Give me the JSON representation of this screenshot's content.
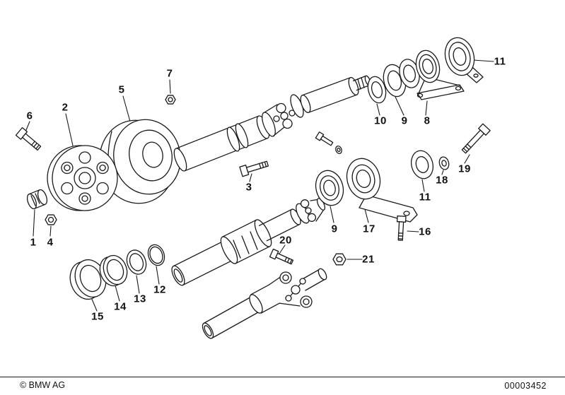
{
  "colors": {
    "background": "#ffffff",
    "line": "#1a1a1a",
    "text": "#111111"
  },
  "footer": {
    "copyright": "© BMW AG",
    "document_number": "00003452"
  },
  "callouts": [
    {
      "label": "6"
    },
    {
      "label": "2"
    },
    {
      "label": "5"
    },
    {
      "label": "7"
    },
    {
      "label": "1"
    },
    {
      "label": "4"
    },
    {
      "label": "3"
    },
    {
      "label": "10"
    },
    {
      "label": "9"
    },
    {
      "label": "8"
    },
    {
      "label": "11"
    },
    {
      "label": "9"
    },
    {
      "label": "17"
    },
    {
      "label": "11"
    },
    {
      "label": "18"
    },
    {
      "label": "19"
    },
    {
      "label": "16"
    },
    {
      "label": "20"
    },
    {
      "label": "21"
    },
    {
      "label": "15"
    },
    {
      "label": "14"
    },
    {
      "label": "13"
    },
    {
      "label": "12"
    }
  ]
}
